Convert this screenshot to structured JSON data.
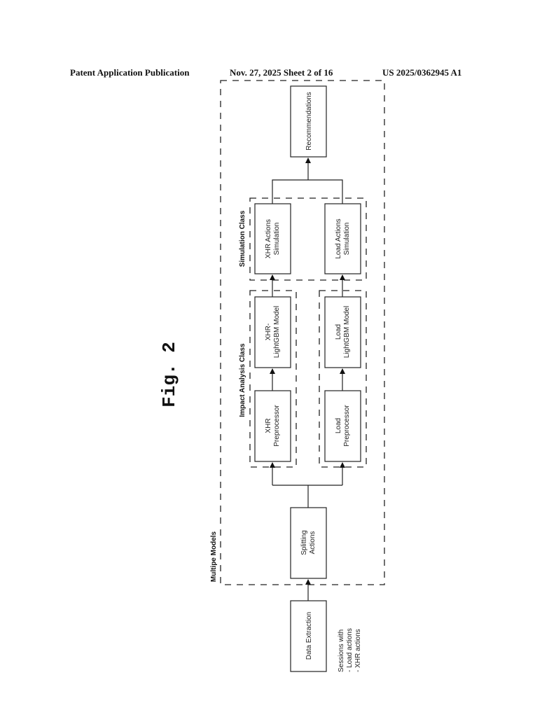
{
  "header": {
    "publication": "Patent Application Publication",
    "date_sheet": "Nov. 27, 2025  Sheet 2 of 16",
    "number": "US 2025/0362945 A1"
  },
  "figure_label": "Fig. 2",
  "groups": {
    "multiple_models": "Multipe Models",
    "impact_analysis": "Impact Analysis Class",
    "simulation": "Simulation Class"
  },
  "boxes": {
    "recommendations": [
      "Recommendations"
    ],
    "xhr_simulation": [
      "XHR Actions",
      "Simulation"
    ],
    "load_simulation": [
      "Load Actions",
      "Simulation"
    ],
    "xhr_model": [
      "XHR-",
      "LightGBM Model"
    ],
    "load_model": [
      "Load",
      "LightGBM Model"
    ],
    "xhr_preprocessor": [
      "XHR",
      "Preprocessor"
    ],
    "load_preprocessor": [
      "Load",
      "Preprocessor"
    ],
    "splitting": [
      "Splitting",
      "Actions"
    ],
    "data_extraction": [
      "Data Extraction"
    ]
  },
  "input_note": [
    "Sessions with",
    "- Load actions",
    "- XHR actions"
  ]
}
